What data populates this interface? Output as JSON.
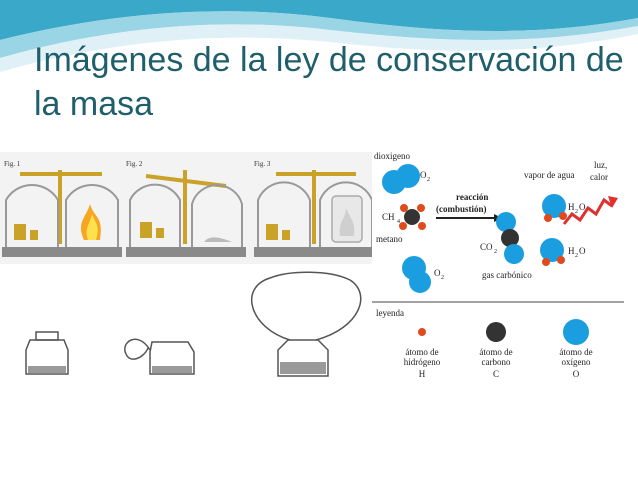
{
  "slide": {
    "title": "Imágenes de la ley de conservación de la masa",
    "accent_color": "#1f5f6b",
    "wave_colors": [
      "#3aa8c9",
      "#8fd0e3",
      "#d7eef5"
    ]
  },
  "balances": {
    "figures": [
      {
        "label": "Fig. 1",
        "icon": "balance-with-flame-icon"
      },
      {
        "label": "Fig. 2",
        "icon": "tilted-balance-icon"
      },
      {
        "label": "Fig. 3",
        "icon": "balance-sealed-jar-icon"
      }
    ]
  },
  "flasks": {
    "icons": [
      "open-jar-icon",
      "jar-with-tube-icon",
      "sealed-balloon-flask-icon"
    ]
  },
  "reaction": {
    "dioxigeno": "dioxigeno",
    "o2_top": "O",
    "o2_bottom": "O",
    "o2_sub": "2",
    "ch4": "CH",
    "ch4_sub": "4",
    "metano": "metano",
    "reaccion": "reacción",
    "combustion": "(combustión)",
    "vapor_de_agua": "vapor de agua",
    "luz_calor_1": "luz,",
    "luz_calor_2": "calor",
    "h2o_top": "H",
    "h2o_bottom": "H",
    "h2o_sub": "2",
    "h2o_o": "O",
    "co2": "CO",
    "co2_sub": "2",
    "gas_carbonico": "gas carbónico",
    "leyenda": "leyenda",
    "legend": [
      {
        "line1": "átomo de",
        "line2": "hidrógeno",
        "symbol": "H",
        "color": "#e04a1c"
      },
      {
        "line1": "átomo de",
        "line2": "carbono",
        "symbol": "C",
        "color": "#333333"
      },
      {
        "line1": "átomo de",
        "line2": "oxígeno",
        "symbol": "O",
        "color": "#1a9ee0"
      }
    ]
  }
}
